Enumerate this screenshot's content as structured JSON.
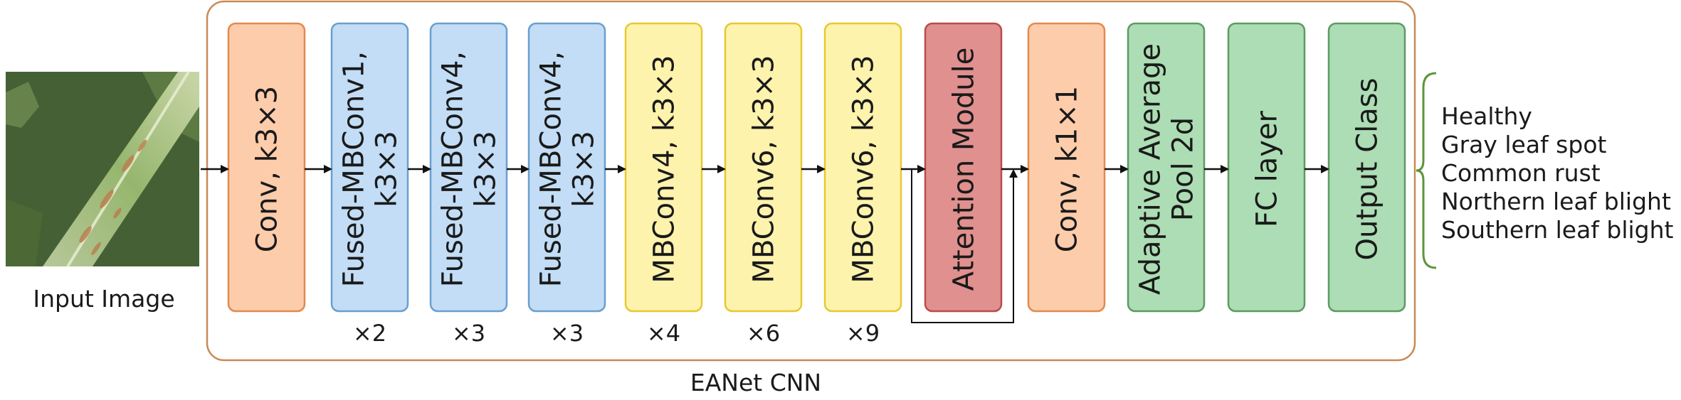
{
  "input": {
    "label": "Input Image"
  },
  "network": {
    "label": "EANet CNN"
  },
  "blocks": [
    {
      "id": "conv-k3",
      "lines": [
        "Conv, k3×3"
      ],
      "repeat": "",
      "color": "peach"
    },
    {
      "id": "fmb1",
      "lines": [
        "Fused-MBConv1,",
        "k3×3"
      ],
      "repeat": "×2",
      "color": "blue"
    },
    {
      "id": "fmb4-a",
      "lines": [
        "Fused-MBConv4,",
        "k3×3"
      ],
      "repeat": "×3",
      "color": "blue"
    },
    {
      "id": "fmb4-b",
      "lines": [
        "Fused-MBConv4,",
        "k3×3"
      ],
      "repeat": "×3",
      "color": "blue"
    },
    {
      "id": "mb4",
      "lines": [
        "MBConv4, k3×3"
      ],
      "repeat": "×4",
      "color": "yellow"
    },
    {
      "id": "mb6-a",
      "lines": [
        "MBConv6, k3×3"
      ],
      "repeat": "×6",
      "color": "yellow"
    },
    {
      "id": "mb6-b",
      "lines": [
        "MBConv6, k3×3"
      ],
      "repeat": "×9",
      "color": "yellow"
    },
    {
      "id": "attention",
      "lines": [
        "Attention Module"
      ],
      "repeat": "",
      "color": "red"
    },
    {
      "id": "conv-k1",
      "lines": [
        "Conv, k1×1"
      ],
      "repeat": "",
      "color": "peach"
    },
    {
      "id": "pool",
      "lines": [
        "Adaptive Average",
        "Pool 2d"
      ],
      "repeat": "",
      "color": "green"
    },
    {
      "id": "fc",
      "lines": [
        "FC layer"
      ],
      "repeat": "",
      "color": "green"
    },
    {
      "id": "output",
      "lines": [
        "Output Class"
      ],
      "repeat": "",
      "color": "green"
    }
  ],
  "classes": [
    "Healthy",
    "Gray leaf spot",
    "Common rust",
    "Northern leaf blight",
    "Southern leaf blight"
  ],
  "colors": {
    "peach": {
      "fill": "#fdccab",
      "stroke": "#e28a4e"
    },
    "blue": {
      "fill": "#c2ddf5",
      "stroke": "#6a9fcf"
    },
    "yellow": {
      "fill": "#fdf3ad",
      "stroke": "#e8c832"
    },
    "red": {
      "fill": "#e0908f",
      "stroke": "#b94d4c"
    },
    "green": {
      "fill": "#acddb4",
      "stroke": "#5e9a62"
    },
    "container": "#c88a55",
    "bracket": "#5d9438",
    "arrow": "#111111"
  }
}
